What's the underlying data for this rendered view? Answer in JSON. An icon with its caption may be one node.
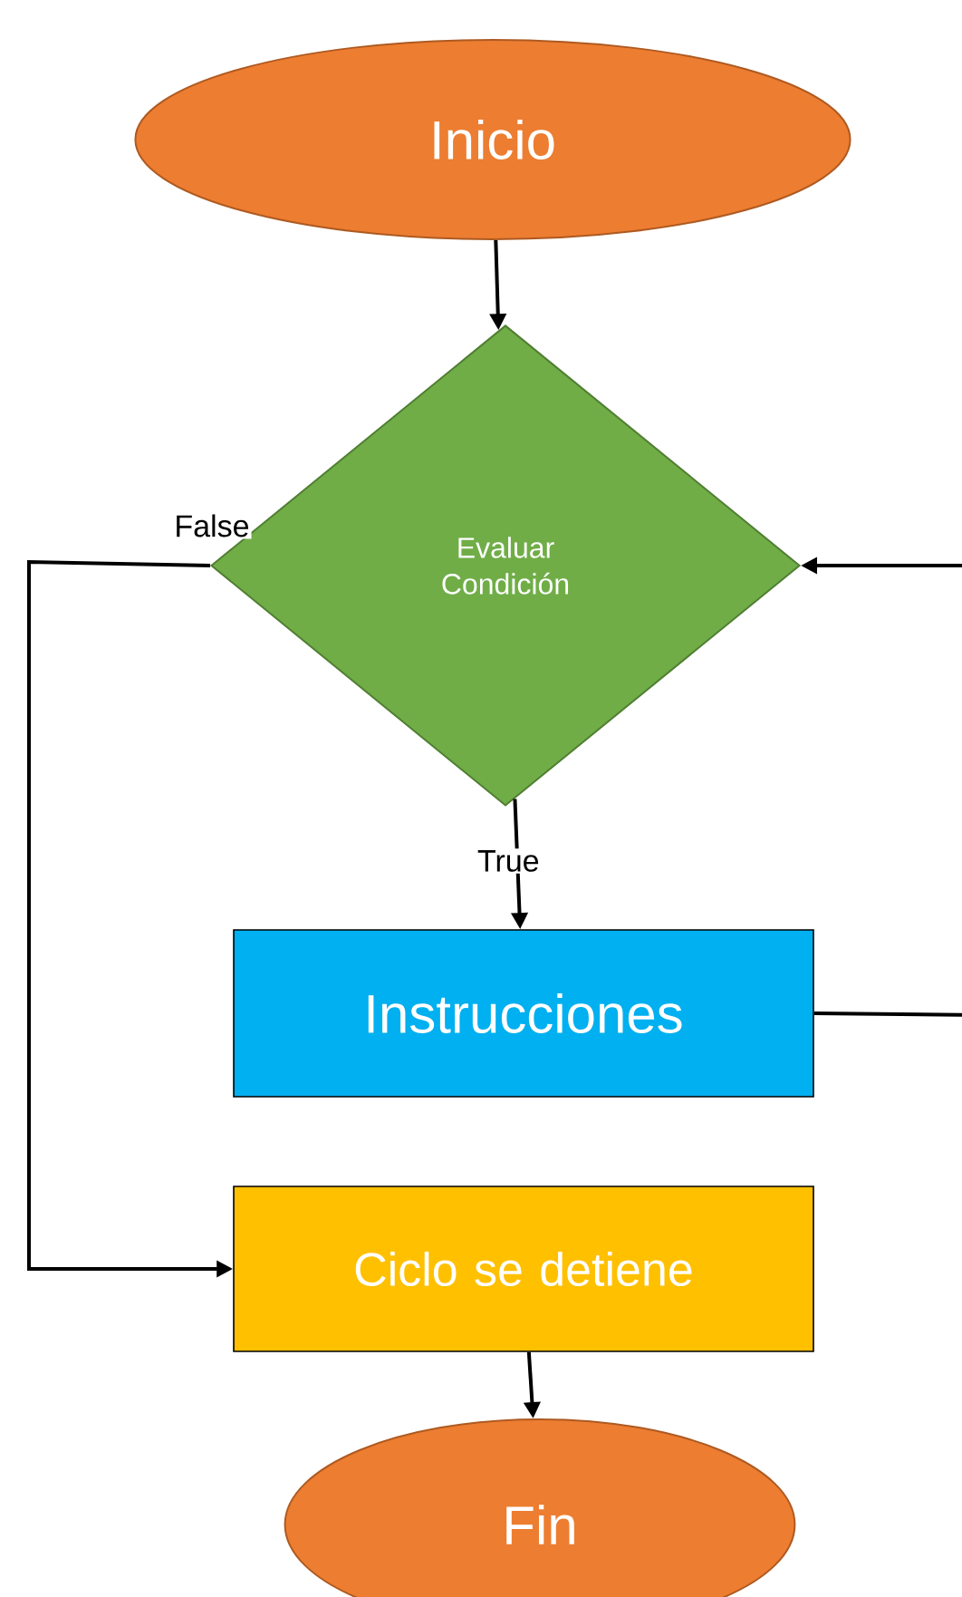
{
  "diagram": {
    "nodes": [
      {
        "text": [
          "Inicio"
        ]
      },
      {
        "text": [
          "Evaluar Condición"
        ]
      },
      {
        "text": [
          "Instrucciones"
        ]
      },
      {
        "text": [
          "Ciclo se detiene"
        ]
      },
      {
        "text": [
          "Fin"
        ]
      }
    ],
    "edges": [
      {
        "from": 0,
        "to": 1,
        "arrow": "to"
      },
      {
        "from": 1,
        "to": 2,
        "arrow": "to",
        "label": "True"
      },
      {
        "from": 2,
        "to": 1,
        "arrow": "to"
      },
      {
        "from": 1,
        "to": 3,
        "arrow": "to",
        "label": "False"
      },
      {
        "from": 3,
        "to": 4,
        "arrow": "to"
      }
    ]
  }
}
